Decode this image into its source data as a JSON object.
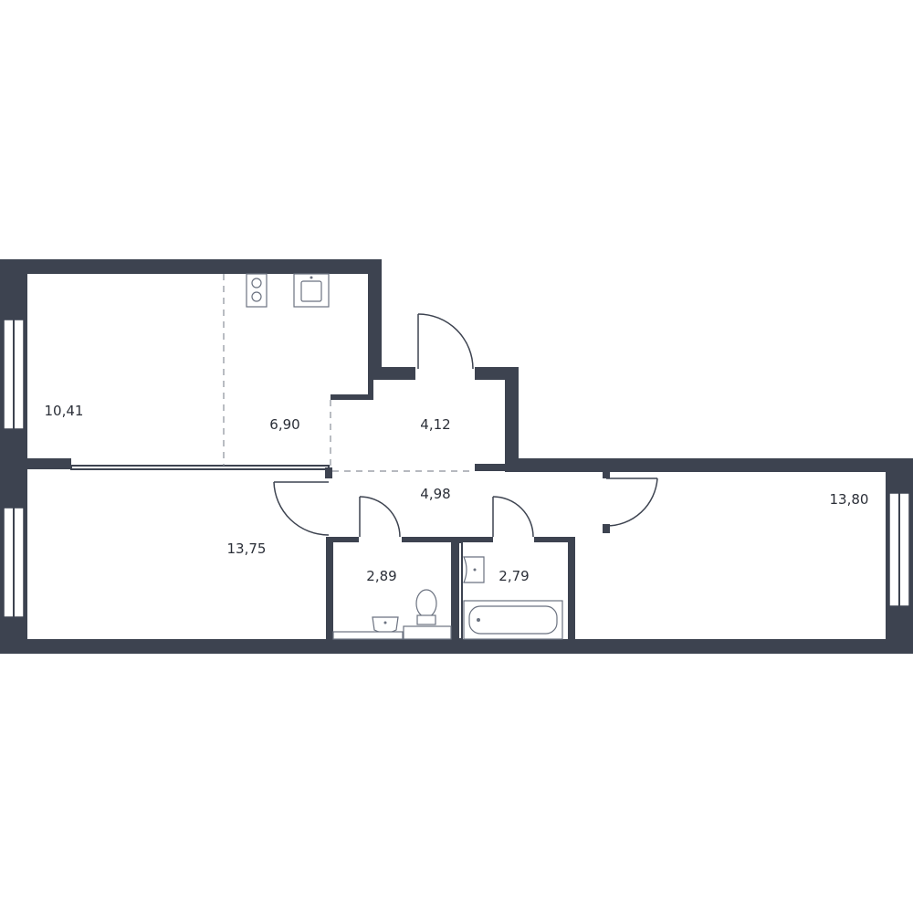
{
  "rooms": [
    {
      "id": "living-left",
      "area": "10,41"
    },
    {
      "id": "kitchen",
      "area": "6,90"
    },
    {
      "id": "hall-upper",
      "area": "4,12"
    },
    {
      "id": "corridor",
      "area": "4,98"
    },
    {
      "id": "bedroom-left",
      "area": "13,75"
    },
    {
      "id": "toilet",
      "area": "2,89"
    },
    {
      "id": "bathroom",
      "area": "2,79"
    },
    {
      "id": "bedroom-right",
      "area": "13,80"
    }
  ],
  "colors": {
    "wall": "#3d4350",
    "background": "#ffffff"
  }
}
